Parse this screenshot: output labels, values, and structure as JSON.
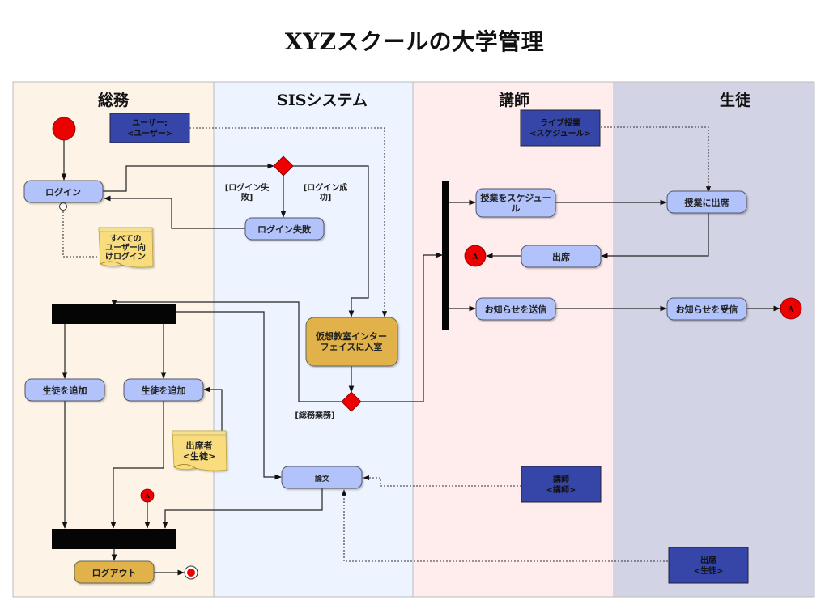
{
  "title": "XYZスクールの大学管理",
  "colors": {
    "lane_admin": "#fdf4e7",
    "lane_sis": "#edf3ff",
    "lane_instructor": "#ffeded",
    "lane_student": "#d3d3e6",
    "activity_fill": "#b2c2fb",
    "activity_highlight_fill": "#e0b24a",
    "object_fill": "#3546a8",
    "decision_fill": "#ee0000",
    "initial_fill": "#ee0000",
    "note_fill": "#f8dc7d",
    "bar_fill": "#050505"
  },
  "lanes": [
    {
      "id": "admin",
      "label": "総務"
    },
    {
      "id": "sis",
      "label": "SISシステム"
    },
    {
      "id": "instructor",
      "label": "講師"
    },
    {
      "id": "student",
      "label": "生徒"
    }
  ],
  "activities": {
    "login": [
      "ログイン"
    ],
    "login_failed": [
      "ログイン失敗"
    ],
    "enter_classroom": [
      "仮想教室インター",
      "フェイスに入室"
    ],
    "add_student_1": [
      "生徒を追加"
    ],
    "add_student_2": [
      "生徒を追加"
    ],
    "paper": [
      "論文"
    ],
    "logout": [
      "ログアウト"
    ],
    "schedule_class": [
      "授業をスケジュー",
      "ル"
    ],
    "attendance": [
      "出席"
    ],
    "send_notice": [
      "お知らせを送信"
    ],
    "attend_class": [
      "授業に出席"
    ],
    "receive_notice": [
      "お知らせを受信"
    ]
  },
  "objects": {
    "user": [
      "ユーザー:",
      "<ユーザー>"
    ],
    "live_class": [
      "ライブ授業",
      "<スケジュール>"
    ],
    "instructor": [
      "講師",
      "<講師>"
    ],
    "attendance_student": [
      "出席",
      "<生徒>"
    ]
  },
  "notes": {
    "login_note": [
      "すべての",
      "ユーザー向",
      "けログイン"
    ],
    "attendee_note": [
      "出席者",
      "<生徒>"
    ]
  },
  "guards": {
    "login_failed": [
      "[ログイン失",
      "敗]"
    ],
    "login_success": [
      "[ログイン成",
      "功]"
    ],
    "admin_work": [
      "[総務業務]"
    ]
  },
  "connectors": {
    "label": "A"
  }
}
